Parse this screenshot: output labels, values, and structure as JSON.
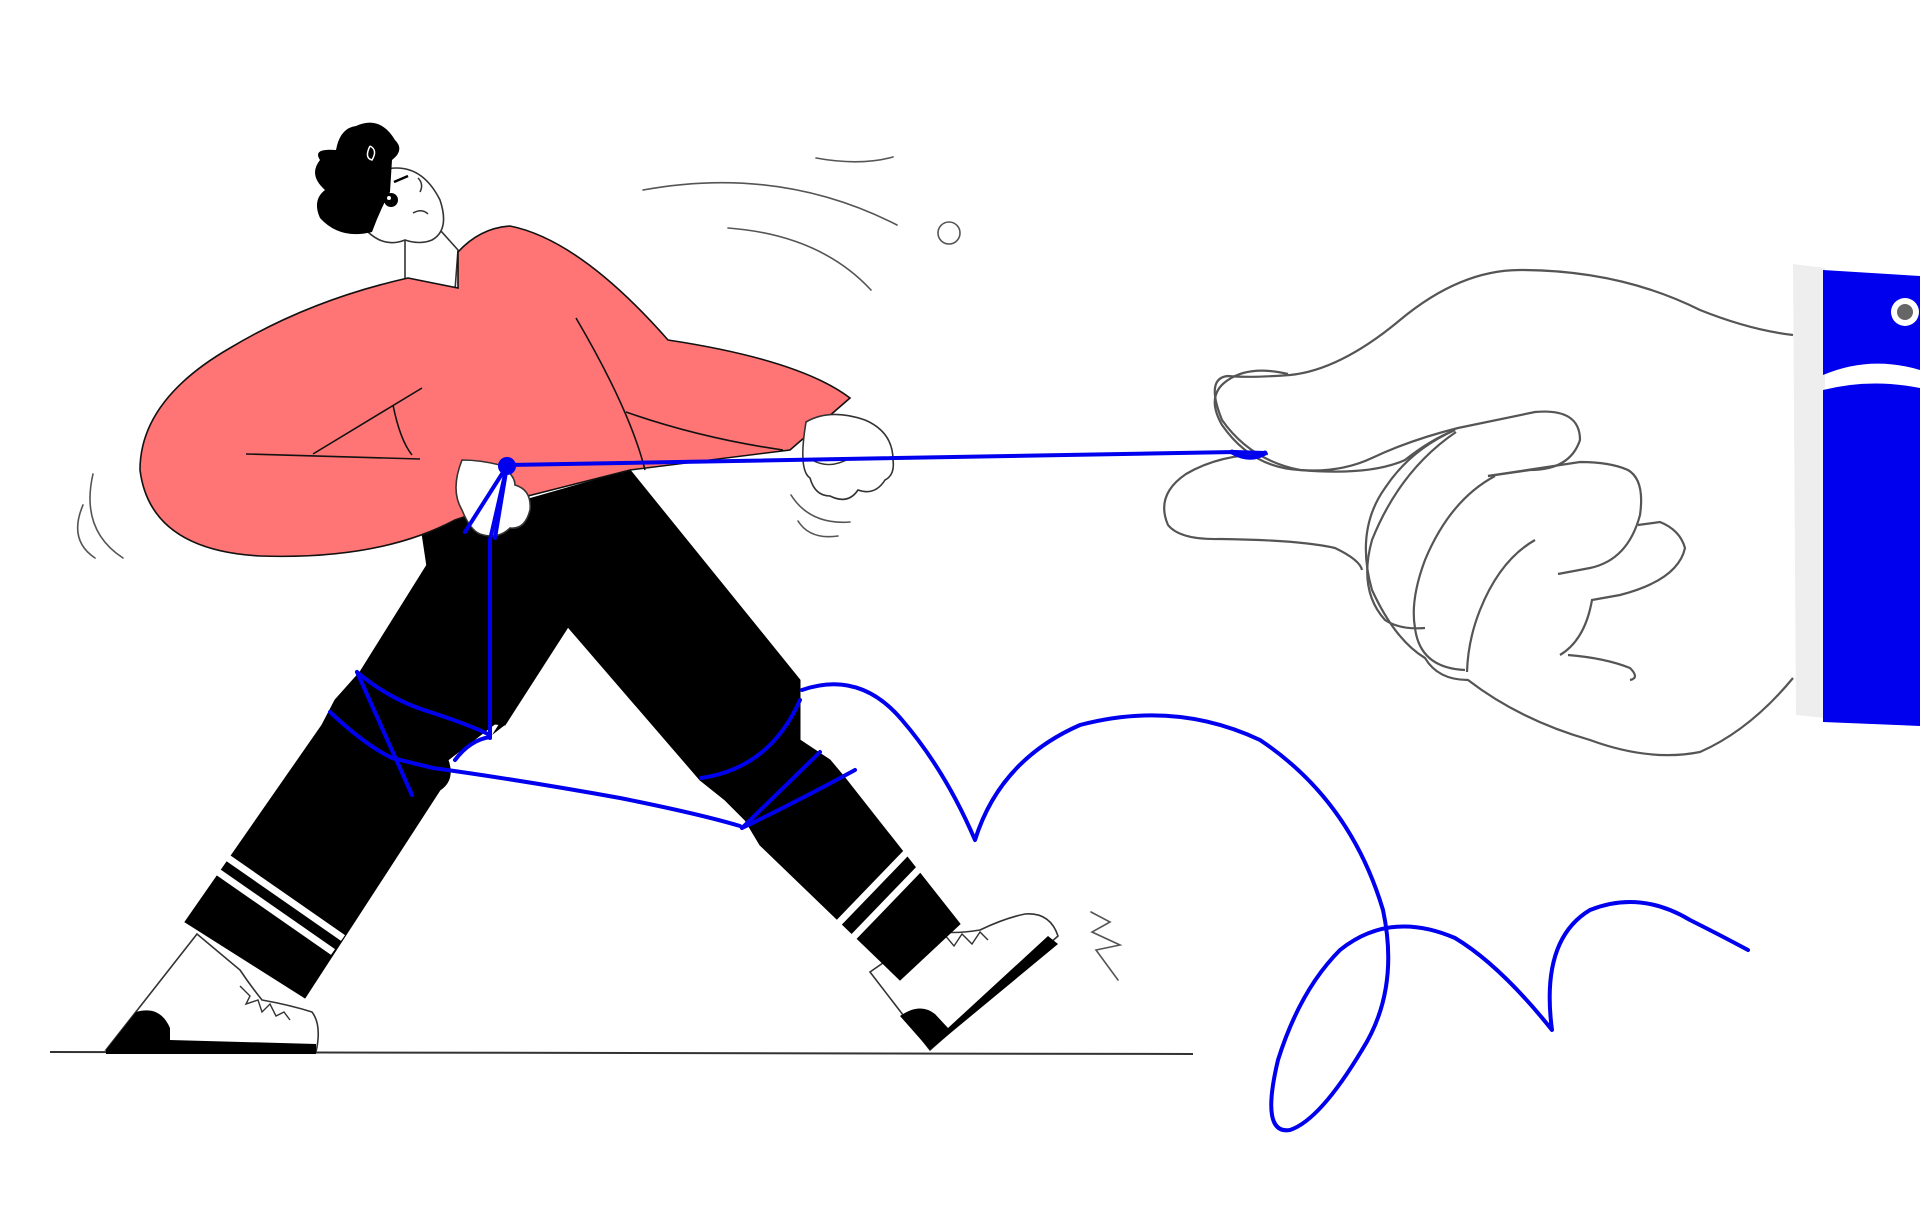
{
  "illustration": {
    "colors": {
      "background": "#ffffff",
      "string_blue": "#0000ee",
      "sweater_coral": "#ff7575",
      "pants_black": "#000000",
      "outline_gray": "#555555",
      "cuff_light_gray": "#eeeeee"
    },
    "icons": [
      "puppet-person",
      "puppeteer-hand",
      "puppet-string"
    ]
  }
}
